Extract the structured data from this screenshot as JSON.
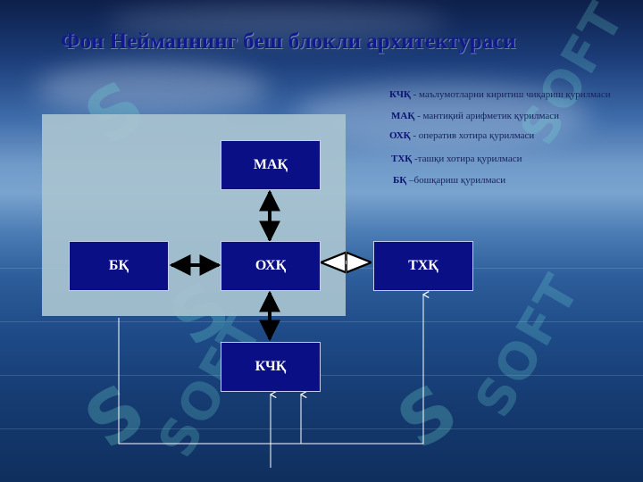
{
  "title": "Фон Нейманнинг беш блокли архитектураси",
  "legend": [
    {
      "abbr": "КЧҚ",
      "desc": " - маълумотларни киритиш чиқариш қурилмаси"
    },
    {
      "abbr": "МАҚ",
      "desc": " - мантиқий арифметик қурилмаси"
    },
    {
      "abbr": "ОХҚ",
      "desc": " - оператив хотира қурилмаси"
    },
    {
      "abbr": "ТХҚ",
      "desc": " -ташқи хотира қурилмаси"
    },
    {
      "abbr": "БҚ",
      "desc": " –бошқариш қурилмаси"
    }
  ],
  "blocks": {
    "mak": "МАҚ",
    "bk": "БҚ",
    "ohk": "ОХҚ",
    "thk": "ТХҚ",
    "kchk": "КЧҚ"
  },
  "colors": {
    "block_fill": "#0b0f86",
    "panel_fill": "#a8c3d0",
    "title": "#101a8c",
    "line": "#ffffff"
  },
  "watermark": "SOFT"
}
